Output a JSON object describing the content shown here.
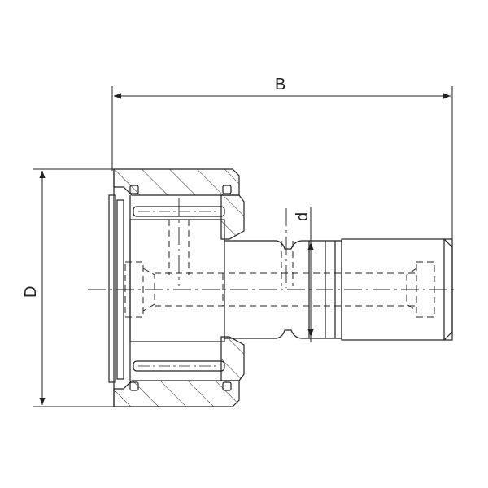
{
  "dimensions": {
    "B": "B",
    "D": "D",
    "d": "d"
  },
  "colors": {
    "line": "#222222",
    "background": "#ffffff"
  }
}
